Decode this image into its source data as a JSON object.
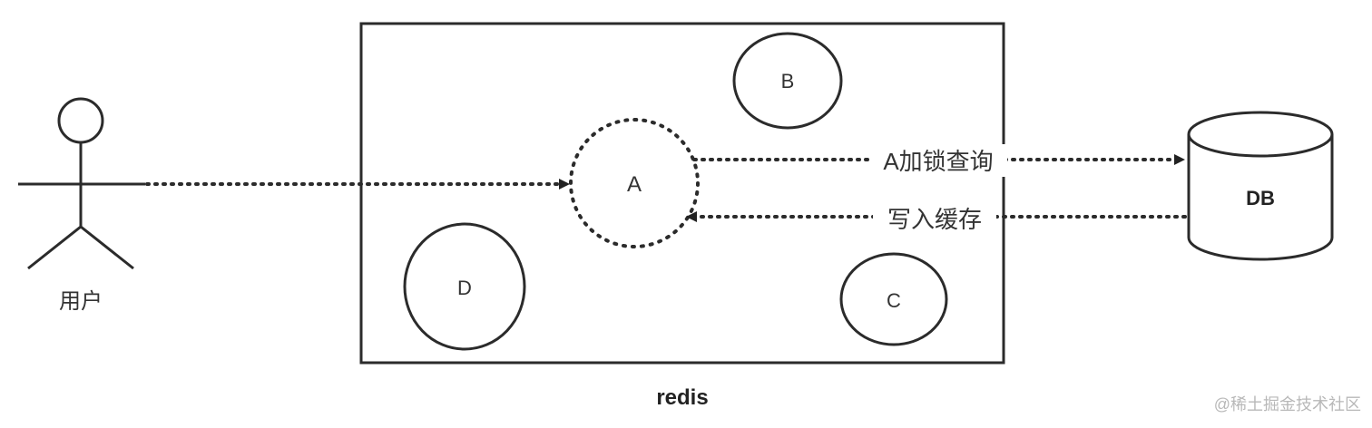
{
  "actor": {
    "label": "用户"
  },
  "container": {
    "label": "redis"
  },
  "nodes": {
    "a": "A",
    "b": "B",
    "c": "C",
    "d": "D"
  },
  "database": {
    "label": "DB"
  },
  "edges": {
    "lock_query": "A加锁查询",
    "write_cache": "写入缓存"
  },
  "watermark": "@稀土掘金技术社区"
}
